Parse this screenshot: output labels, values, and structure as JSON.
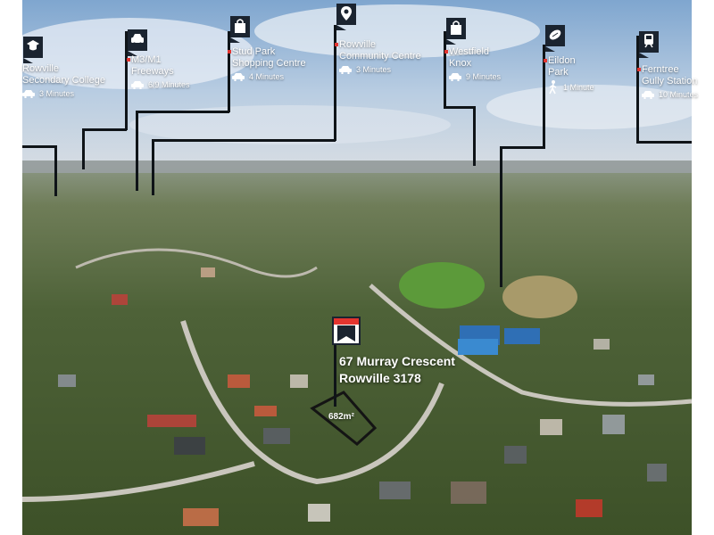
{
  "locations": [
    {
      "name": "Rowville\nSecondary College",
      "time": "3 Minutes",
      "mode": "car-icon",
      "icon": "school-icon"
    },
    {
      "name": "M3/M1\nFreeways",
      "time": "6/9 Minutes",
      "mode": "car-icon",
      "icon": "car-icon"
    },
    {
      "name": "Stud Park\nShopping Centre",
      "time": "4 Minutes",
      "mode": "car-icon",
      "icon": "shopping-bag-icon"
    },
    {
      "name": "Rowville\nCommunity Centre",
      "time": "3 Minutes",
      "mode": "car-icon",
      "icon": "location-pin-icon"
    },
    {
      "name": "Westfield\nKnox",
      "time": "9 Minutes",
      "mode": "car-icon",
      "icon": "shopping-bag-icon"
    },
    {
      "name": "Eildon\nPark",
      "time": "1 Minute",
      "mode": "walking-icon",
      "icon": "football-icon"
    },
    {
      "name": "Ferntree\nGully Station",
      "time": "10 Minutes",
      "mode": "car-icon",
      "icon": "train-icon"
    }
  ],
  "property": {
    "address_line1": "67 Murray Crescent",
    "address_line2": "Rowville 3178",
    "area": "682m²"
  },
  "colors": {
    "accent": "#e3342f",
    "line": "#0f1418",
    "flag": "#1b2430",
    "text": "#ffffff"
  }
}
